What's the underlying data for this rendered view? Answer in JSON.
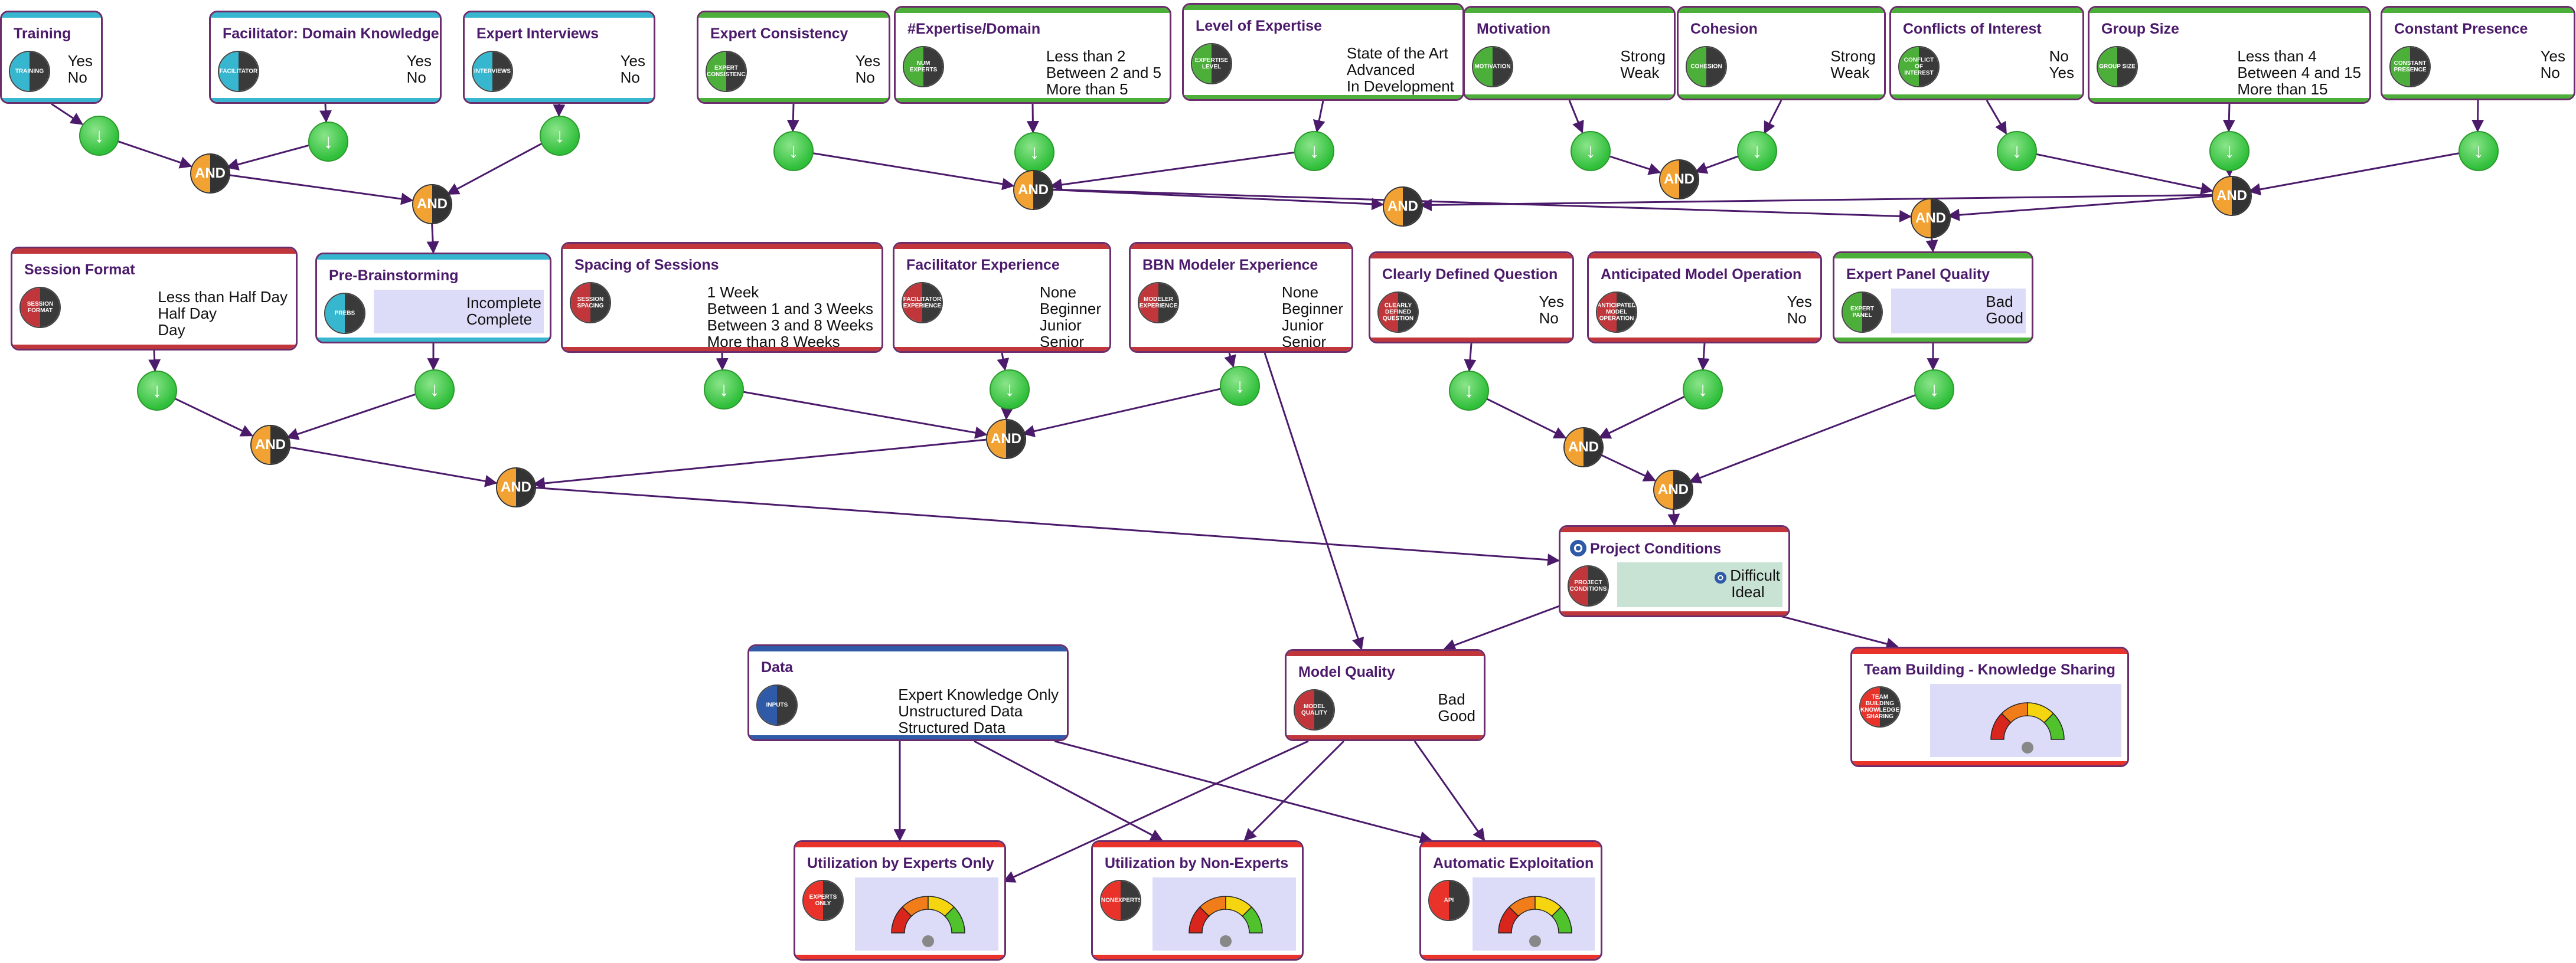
{
  "colors": {
    "edge": "#4b1a6b",
    "node_border": "#6b2d6b",
    "shade": "#dcdcf8",
    "shade_pc": "#c8e3d4"
  },
  "nodes": [
    {
      "id": "training",
      "title": "Training",
      "badge": "TRAINING",
      "badge_color": "#37b6cf",
      "bar": "#37b6cf",
      "states": [
        "Yes",
        "No"
      ]
    },
    {
      "id": "facilitator_domain",
      "title": "Facilitator: Domain Knowledge",
      "badge": "FACILITATOR",
      "badge_color": "#37b6cf",
      "bar": "#37b6cf",
      "states": [
        "Yes",
        "No"
      ]
    },
    {
      "id": "expert_interviews",
      "title": "Expert Interviews",
      "badge": "INTERVIEWS",
      "badge_color": "#37b6cf",
      "bar": "#37b6cf",
      "states": [
        "Yes",
        "No"
      ]
    },
    {
      "id": "expert_consistency",
      "title": "Expert Consistency",
      "badge": "EXPERT CONSISTENCY",
      "badge_color": "#4caf3a",
      "bar": "#4caf3a",
      "states": [
        "Yes",
        "No"
      ]
    },
    {
      "id": "expertise_domain",
      "title": "#Expertise/Domain",
      "badge": "NUM EXPERTS",
      "badge_color": "#4caf3a",
      "bar": "#4caf3a",
      "states": [
        "Less than 2",
        "Between 2 and 5",
        "More than 5"
      ]
    },
    {
      "id": "level_expertise",
      "title": "Level of Expertise",
      "badge": "EXPERTISE LEVEL",
      "badge_color": "#4caf3a",
      "bar": "#4caf3a",
      "states": [
        "State of the Art",
        "Advanced",
        "In Development"
      ]
    },
    {
      "id": "motivation",
      "title": "Motivation",
      "badge": "MOTIVATION",
      "badge_color": "#4caf3a",
      "bar": "#4caf3a",
      "states": [
        "Strong",
        "Weak"
      ]
    },
    {
      "id": "cohesion",
      "title": "Cohesion",
      "badge": "COHESION",
      "badge_color": "#4caf3a",
      "bar": "#4caf3a",
      "states": [
        "Strong",
        "Weak"
      ]
    },
    {
      "id": "conflicts",
      "title": "Conflicts of Interest",
      "badge": "CONFLICT OF INTEREST",
      "badge_color": "#4caf3a",
      "bar": "#4caf3a",
      "states": [
        "No",
        "Yes"
      ]
    },
    {
      "id": "group_size",
      "title": "Group Size",
      "badge": "GROUP SIZE",
      "badge_color": "#4caf3a",
      "bar": "#4caf3a",
      "states": [
        "Less than 4",
        "Between 4 and 15",
        "More than 15"
      ]
    },
    {
      "id": "constant_presence",
      "title": "Constant Presence",
      "badge": "CONSTANT PRESENCE",
      "badge_color": "#4caf3a",
      "bar": "#4caf3a",
      "states": [
        "Yes",
        "No"
      ]
    },
    {
      "id": "session_format",
      "title": "Session Format",
      "badge": "SESSION FORMAT",
      "badge_color": "#c0363a",
      "bar": "#c0363a",
      "states": [
        "Less than Half Day",
        "Half Day",
        "Day"
      ]
    },
    {
      "id": "pre_brainstorming",
      "title": "Pre-Brainstorming",
      "badge": "PREBS",
      "badge_color": "#37b6cf",
      "bar": "#37b6cf",
      "shade": true,
      "states": [
        "Incomplete",
        "Complete"
      ]
    },
    {
      "id": "spacing",
      "title": "Spacing of Sessions",
      "badge": "SESSION SPACING",
      "badge_color": "#c0363a",
      "bar": "#c0363a",
      "states": [
        "1 Week",
        "Between 1 and 3 Weeks",
        "Between 3 and 8 Weeks",
        "More than 8 Weeks"
      ]
    },
    {
      "id": "facilitator_experience",
      "title": "Facilitator Experience",
      "badge": "FACILITATOR EXPERIENCE",
      "badge_color": "#c0363a",
      "bar": "#c0363a",
      "states": [
        "None",
        "Beginner",
        "Junior",
        "Senior"
      ]
    },
    {
      "id": "bbn_modeler",
      "title": "BBN Modeler Experience",
      "badge": "MODELER EXPERIENCE",
      "badge_color": "#c0363a",
      "bar": "#c0363a",
      "states": [
        "None",
        "Beginner",
        "Junior",
        "Senior"
      ]
    },
    {
      "id": "clearly_defined",
      "title": "Clearly Defined Question",
      "badge": "CLEARLY DEFINED QUESTION",
      "badge_color": "#c0363a",
      "bar": "#c0363a",
      "states": [
        "Yes",
        "No"
      ]
    },
    {
      "id": "anticipated_operation",
      "title": "Anticipated Model Operation",
      "badge": "ANTICIPATED MODEL OPERATION",
      "badge_color": "#c0363a",
      "bar": "#c0363a",
      "states": [
        "Yes",
        "No"
      ]
    },
    {
      "id": "expert_panel_quality",
      "title": "Expert Panel Quality",
      "badge": "EXPERT PANEL",
      "badge_color": "#4caf3a",
      "bar": "#4caf3a",
      "shade": true,
      "states": [
        "Bad",
        "Good"
      ]
    },
    {
      "id": "project_conditions",
      "title": "Project Conditions",
      "badge": "PROJECT CONDITIONS",
      "badge_color": "#c0363a",
      "bar": "#c0363a",
      "shade": true,
      "pc": true,
      "states": [
        "Difficult",
        "Ideal"
      ]
    },
    {
      "id": "data",
      "title": "Data",
      "badge": "INPUTS",
      "badge_color": "#2f5aa8",
      "bar": "#2f5aa8",
      "states": [
        "Expert Knowledge Only",
        "Unstructured Data",
        "Structured Data"
      ]
    },
    {
      "id": "model_quality",
      "title": "Model Quality",
      "badge": "MODEL QUALITY",
      "badge_color": "#c0363a",
      "bar": "#c0363a",
      "states": [
        "Bad",
        "Good"
      ]
    },
    {
      "id": "team_building",
      "title": "Team Building - Knowledge Sharing",
      "badge": "TEAM BUILDING KNOWLEDGE SHARING",
      "badge_color": "#e8322a",
      "bar": "#e8322a",
      "gauge": true
    },
    {
      "id": "util_experts",
      "title": "Utilization by Experts Only",
      "badge": "EXPERTS ONLY",
      "badge_color": "#e8322a",
      "bar": "#e8322a",
      "gauge": true
    },
    {
      "id": "util_nonexperts",
      "title": "Utilization by Non-Experts",
      "badge": "NONEXPERTS",
      "badge_color": "#e8322a",
      "bar": "#e8322a",
      "gauge": true
    },
    {
      "id": "auto_exploitation",
      "title": "Automatic Exploitation",
      "badge": "API",
      "badge_color": "#e8322a",
      "bar": "#e8322a",
      "gauge": true
    }
  ],
  "and_label": "AND"
}
